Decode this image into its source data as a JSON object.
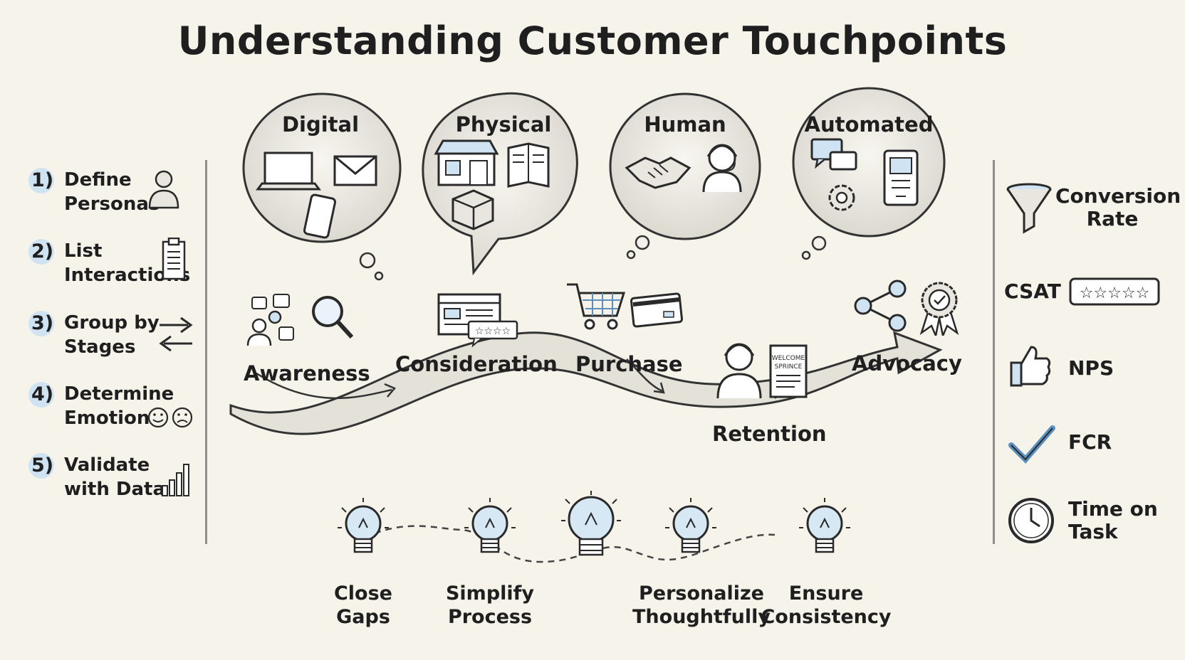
{
  "title": "Understanding Customer Touchpoints",
  "steps": [
    {
      "num": "1)",
      "line1": "Define",
      "line2": "Personas",
      "icon": "person-icon"
    },
    {
      "num": "2)",
      "line1": "List",
      "line2": "Interactions",
      "icon": "clipboard-icon"
    },
    {
      "num": "3)",
      "line1": "Group by",
      "line2": "Stages",
      "icon": "arrows-icon"
    },
    {
      "num": "4)",
      "line1": "Determine",
      "line2": "Emotion",
      "icon": "emotion-faces-icon"
    },
    {
      "num": "5)",
      "line1": "Validate",
      "line2": "with Data",
      "icon": "bar-chart-icon"
    }
  ],
  "channels": [
    {
      "label": "Digital",
      "icons": [
        "laptop-icon",
        "envelope-icon",
        "smartphone-icon"
      ]
    },
    {
      "label": "Physical",
      "icons": [
        "storefront-icon",
        "brochure-icon",
        "package-icon"
      ]
    },
    {
      "label": "Human",
      "icons": [
        "handshake-icon",
        "support-agent-icon"
      ]
    },
    {
      "label": "Automated",
      "icons": [
        "chat-bubbles-icon",
        "gear-icon",
        "kiosk-icon"
      ]
    }
  ],
  "stages": [
    {
      "label": "Awareness",
      "icons": [
        "people-network-icon",
        "magnifier-icon"
      ]
    },
    {
      "label": "Consideration",
      "icons": [
        "webpage-review-icon"
      ]
    },
    {
      "label": "Purchase",
      "icons": [
        "shopping-cart-icon",
        "credit-card-icon"
      ]
    },
    {
      "label": "Retention",
      "icons": [
        "support-agent-icon",
        "welcome-booklet-icon"
      ]
    },
    {
      "label": "Advocacy",
      "icons": [
        "share-icon",
        "award-ribbon-icon"
      ]
    }
  ],
  "welcome_text": [
    "WELCOME",
    "SPRINCE"
  ],
  "metrics": [
    {
      "line1": "Conversion",
      "line2": "Rate",
      "icon": "funnel-icon"
    },
    {
      "line1": "CSAT",
      "line2": "",
      "icon": "star-rating-icon"
    },
    {
      "line1": "NPS",
      "line2": "",
      "icon": "thumbs-up-icon"
    },
    {
      "line1": "FCR",
      "line2": "",
      "icon": "checkmark-icon"
    },
    {
      "line1": "Time on",
      "line2": "Task",
      "icon": "clock-icon"
    }
  ],
  "principles": [
    {
      "line1": "Close",
      "line2": "Gaps"
    },
    {
      "line1": "Simplify",
      "line2": "Process"
    },
    {
      "line1": "",
      "line2": ""
    },
    {
      "line1": "Personalize",
      "line2": "Thoughtfully"
    },
    {
      "line1": "Ensure",
      "line2": "Consistency"
    }
  ],
  "colors": {
    "background": "#f6f3ea",
    "ink": "#1f1f1f",
    "accent": "#a9cbe6",
    "pencil": "#555555"
  }
}
